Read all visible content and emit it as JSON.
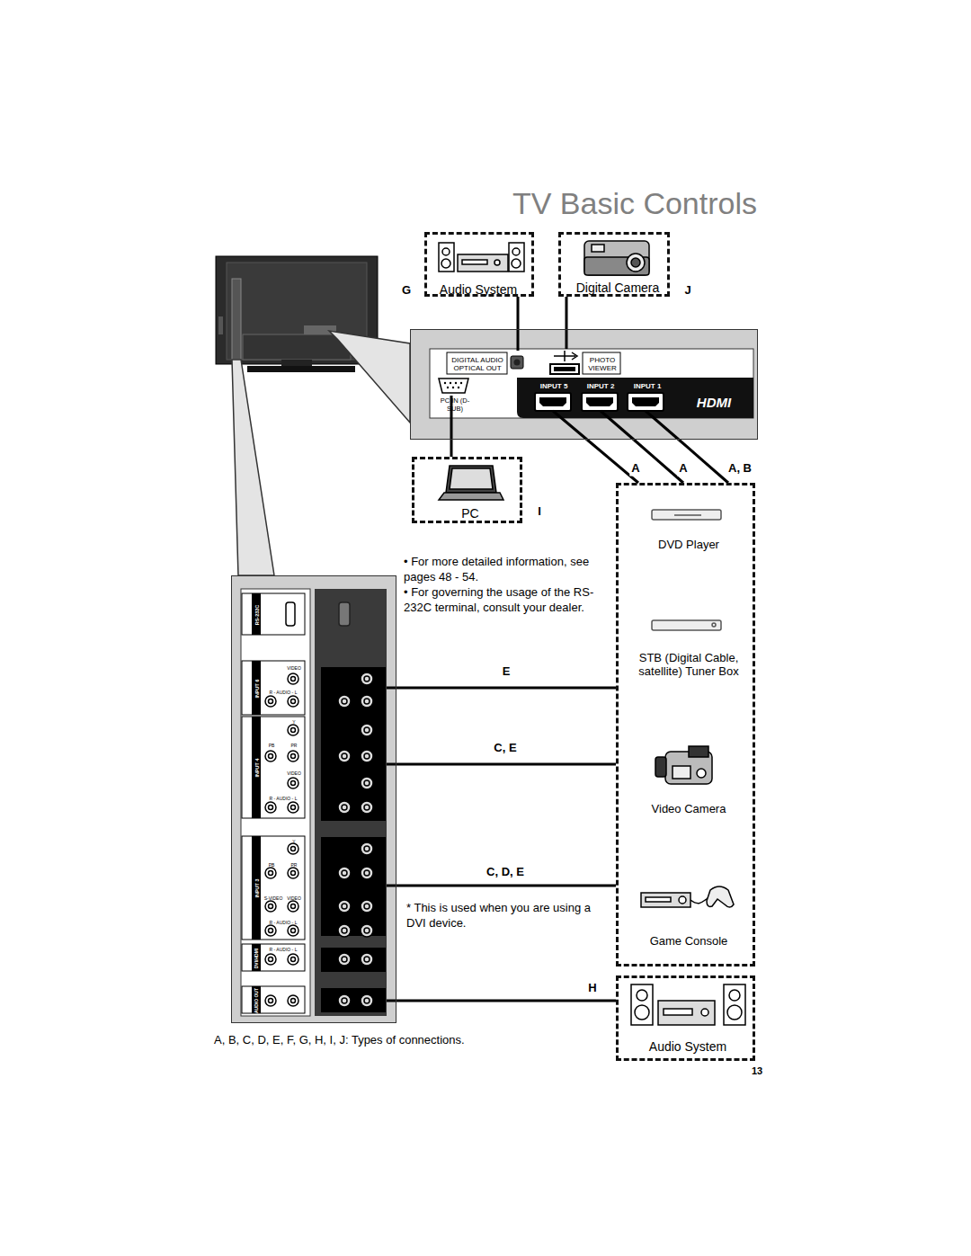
{
  "diagram": {
    "title": "TV Basic Controls",
    "nodes": [
      {
        "text": [
          "Audio System"
        ]
      },
      {
        "text": [
          "Digital Camera"
        ]
      },
      {
        "text": [
          "DIGITAL AUDIO OPTICAL OUT",
          "PHOTO VIEWER",
          "PC IN (D-SUB)",
          "INPUT 5",
          "INPUT 2",
          "INPUT 1",
          "HDMI"
        ]
      },
      {
        "text": [
          "PC"
        ]
      },
      {
        "text": [
          "DVD Player",
          "STB (Digital Cable, satellite) Tuner Box",
          "Video Camera",
          "Game Console"
        ]
      },
      {
        "text": [
          "RS-232C",
          "INPUT 6",
          "VIDEO",
          "R - AUDIO - L",
          "INPUT 4",
          "Y",
          "PB",
          "PR",
          "VIDEO",
          "R - AUDIO - L",
          "INPUT 3",
          "Y",
          "PB",
          "PR",
          "S-VIDEO",
          "VIDEO",
          "R - AUDIO - L",
          "DVI/HDMI",
          "R - AUDIO - L",
          "AUDIO OUT"
        ]
      },
      {
        "text": [
          "Audio System"
        ]
      }
    ],
    "edges": [
      {
        "from": 0,
        "to": 2,
        "arrow": "none"
      },
      {
        "from": 1,
        "to": 2,
        "arrow": "none"
      },
      {
        "from": 2,
        "to": 3,
        "arrow": "none"
      },
      {
        "from": 2,
        "to": 4,
        "label": "A",
        "arrow": "none"
      },
      {
        "from": 2,
        "to": 4,
        "label": "A",
        "arrow": "none"
      },
      {
        "from": 2,
        "to": 4,
        "label": "A, B",
        "arrow": "none"
      },
      {
        "from": 5,
        "to": 4,
        "label": "E",
        "arrow": "none"
      },
      {
        "from": 5,
        "to": 4,
        "label": "C, E",
        "arrow": "none"
      },
      {
        "from": 5,
        "to": 4,
        "label": "C, D, E",
        "arrow": "none"
      },
      {
        "from": 5,
        "to": 6,
        "label": "H",
        "arrow": "none"
      }
    ],
    "labels": [
      "G",
      "J",
      "I",
      "• For more detailed information, see pages 48 - 54.",
      "• For governing the usage of the RS-232C terminal, consult your dealer.",
      "* This is used when you are using a DVI device.",
      "A, B, C, D, E, F, G, H, I, J: Types of connections.",
      "13"
    ]
  }
}
